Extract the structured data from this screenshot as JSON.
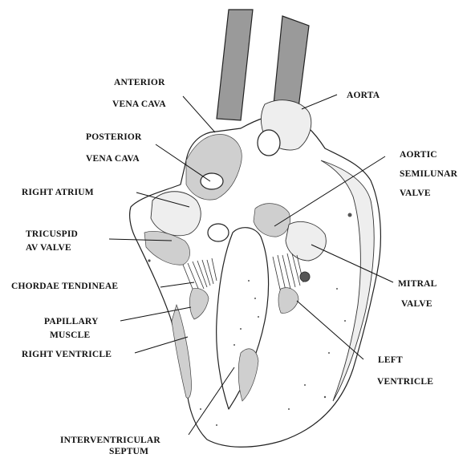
{
  "labels": {
    "anterior_vena_cava": [
      "ANTERIOR",
      "VENA CAVA"
    ],
    "posterior_vena_cava": [
      "POSTERIOR",
      "VENA CAVA"
    ],
    "right_atrium": "RIGHT ATRIUM",
    "tricuspid_av_valve": [
      "TRICUSPID",
      "AV VALVE"
    ],
    "chordae_tendineae": "CHORDAE TENDINEAE",
    "papillary_muscle": [
      "PAPILLARY",
      "MUSCLE"
    ],
    "right_ventricle": "RIGHT VENTRICLE",
    "interventricular_septum": [
      "INTERVENTRICULAR",
      "SEPTUM"
    ],
    "aorta": "AORTA",
    "aortic_semilunar_valve": [
      "AORTIC",
      "SEMILUNAR",
      "VALVE"
    ],
    "mitral_valve": [
      "MITRAL",
      "VALVE"
    ],
    "left_ventricle": [
      "LEFT",
      "VENTRICLE"
    ]
  }
}
